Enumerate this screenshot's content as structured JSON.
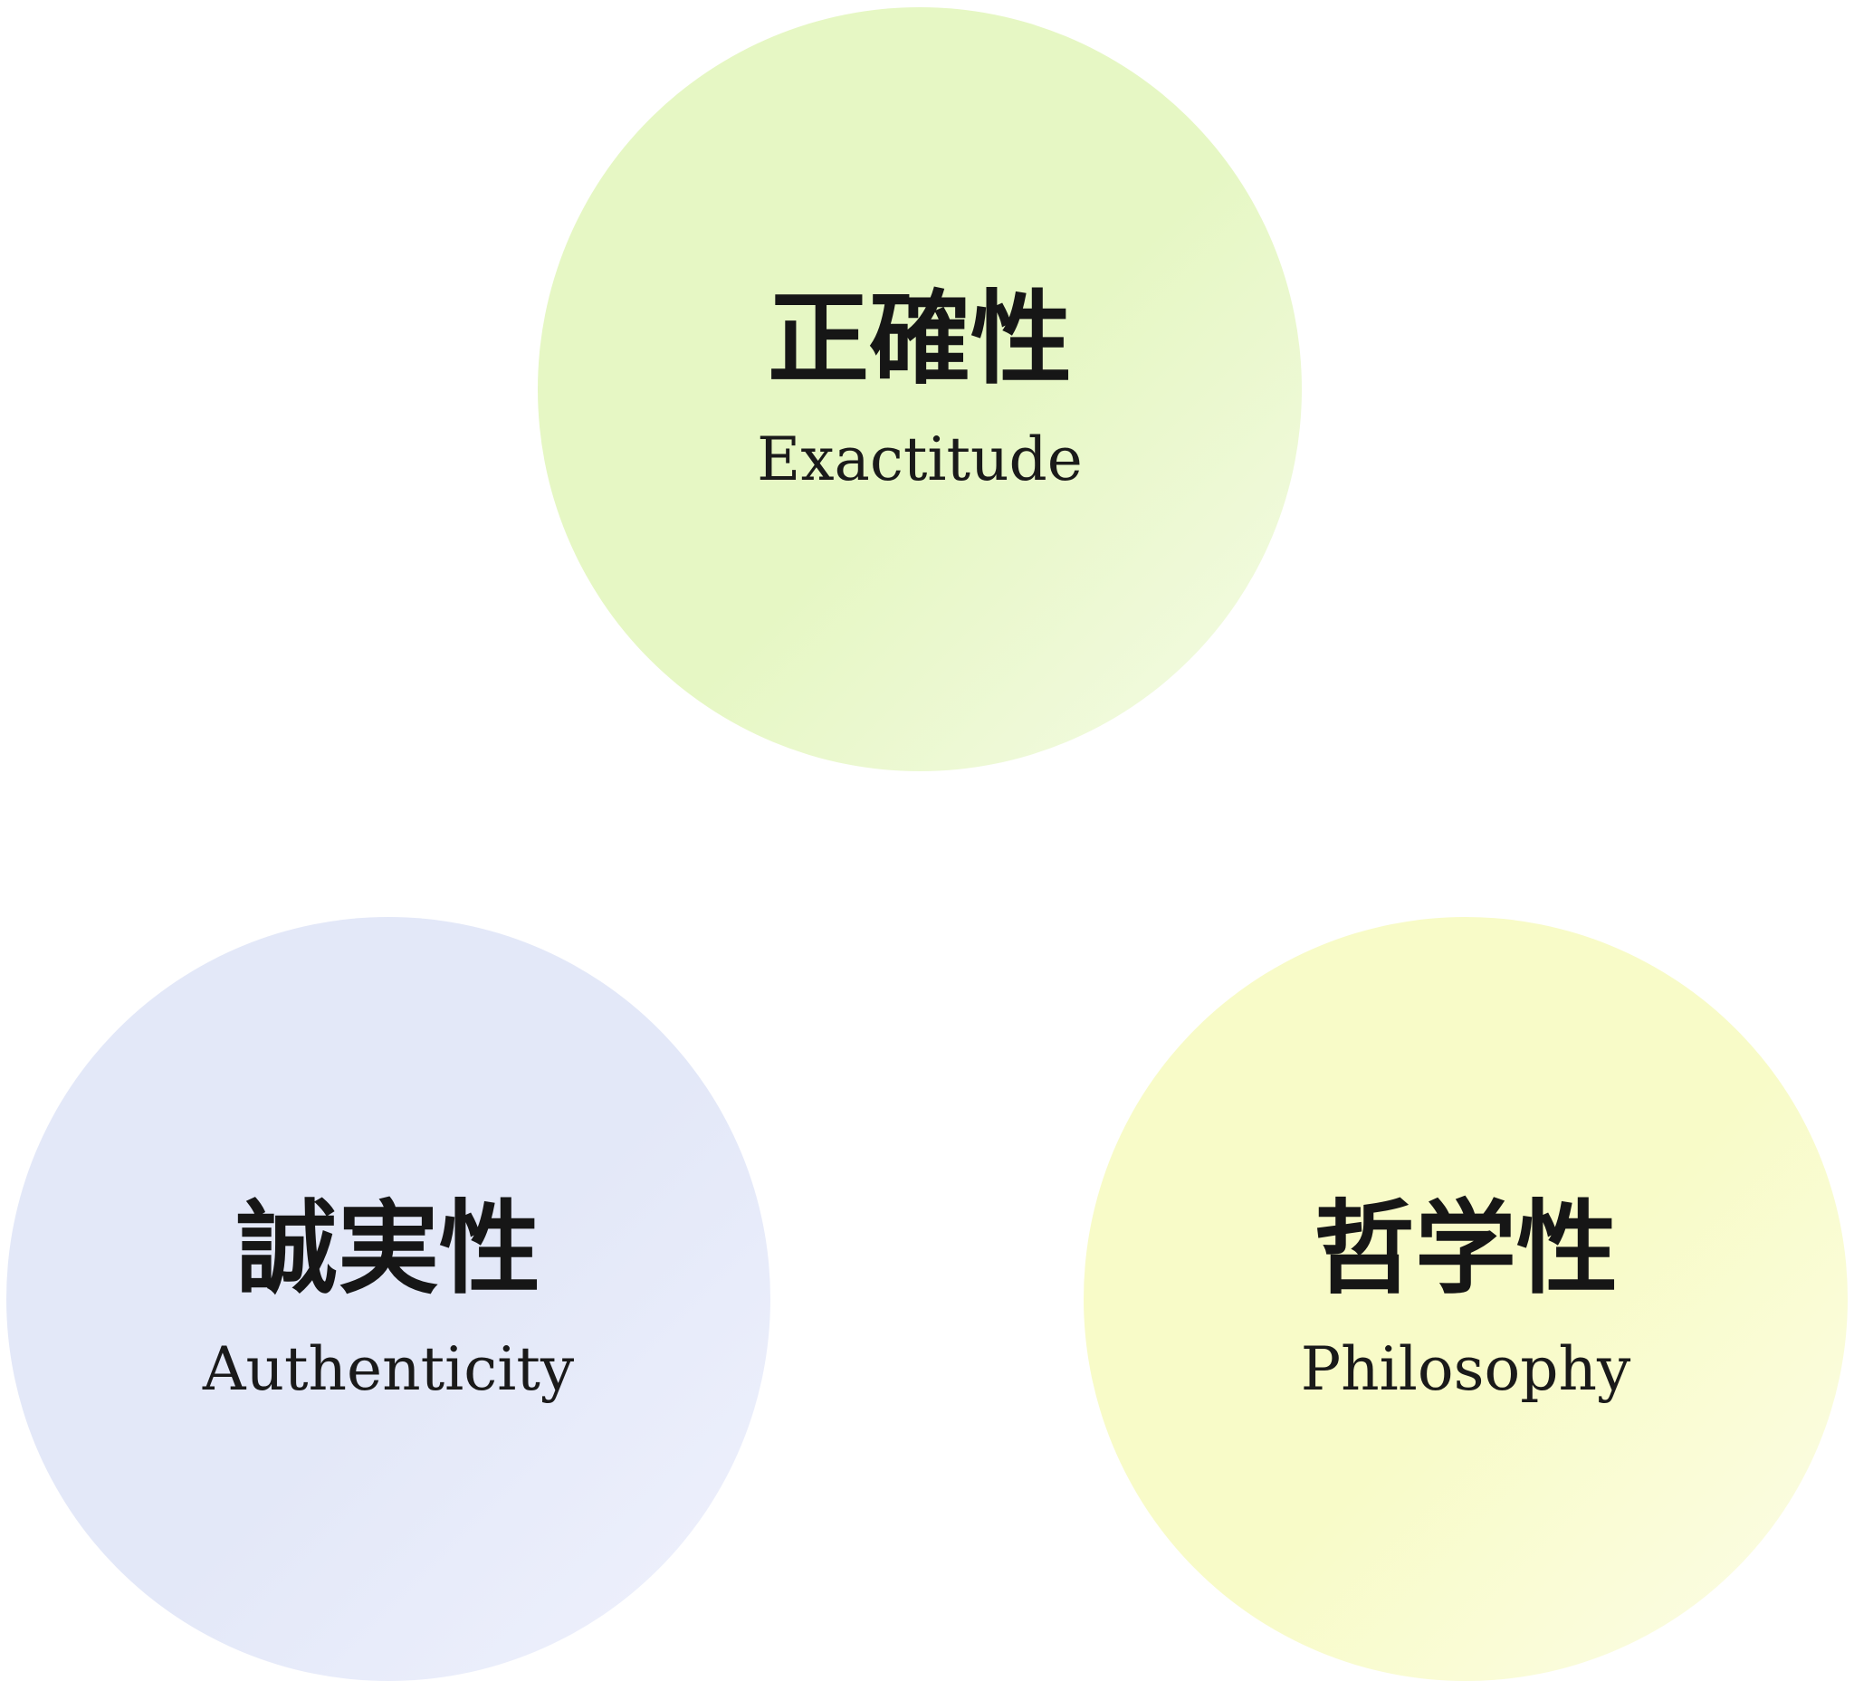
{
  "values": [
    {
      "title": "正確性",
      "subtitle": "Exactitude",
      "color_from": "#e6f7c4",
      "color_to": "#f5fbe6"
    },
    {
      "title": "誠実性",
      "subtitle": "Authenticity",
      "color_from": "#e3e8f8",
      "color_to": "#f0f2fd"
    },
    {
      "title": "哲学性",
      "subtitle": "Philosophy",
      "color_from": "#f8fbc8",
      "color_to": "#fcfde8"
    }
  ]
}
